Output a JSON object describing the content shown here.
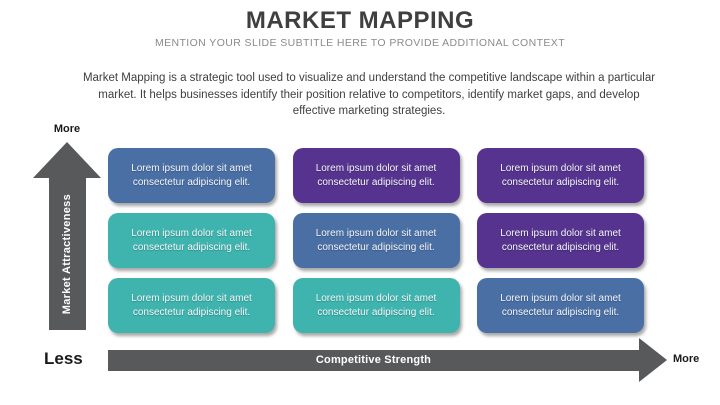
{
  "header": {
    "title": "MARKET MAPPING",
    "subtitle": "MENTION YOUR SLIDE SUBTITLE HERE TO PROVIDE ADDITIONAL CONTEXT",
    "description": "Market Mapping is a strategic tool used to visualize and understand the competitive landscape within a particular market. It helps businesses identify their position relative to competitors, identify market gaps, and develop effective marketing strategies."
  },
  "axes": {
    "y_label": "Market Attractiveness",
    "y_more_label": "More",
    "x_label": "Competitive Strength",
    "x_less_label": "Less",
    "x_more_label": "More",
    "arrow_color": "#58595b"
  },
  "matrix": {
    "cell_text_line1": "Lorem ipsum dolor sit amet",
    "cell_text_line2": "consectetur adipiscing elit.",
    "colors": {
      "blue": "#4a6fa5",
      "purple": "#55338e",
      "teal": "#3fb4ae"
    },
    "rows": [
      {
        "cells": [
          "blue",
          "purple",
          "purple"
        ]
      },
      {
        "cells": [
          "teal",
          "blue",
          "purple"
        ]
      },
      {
        "cells": [
          "teal",
          "teal",
          "blue"
        ]
      }
    ]
  }
}
